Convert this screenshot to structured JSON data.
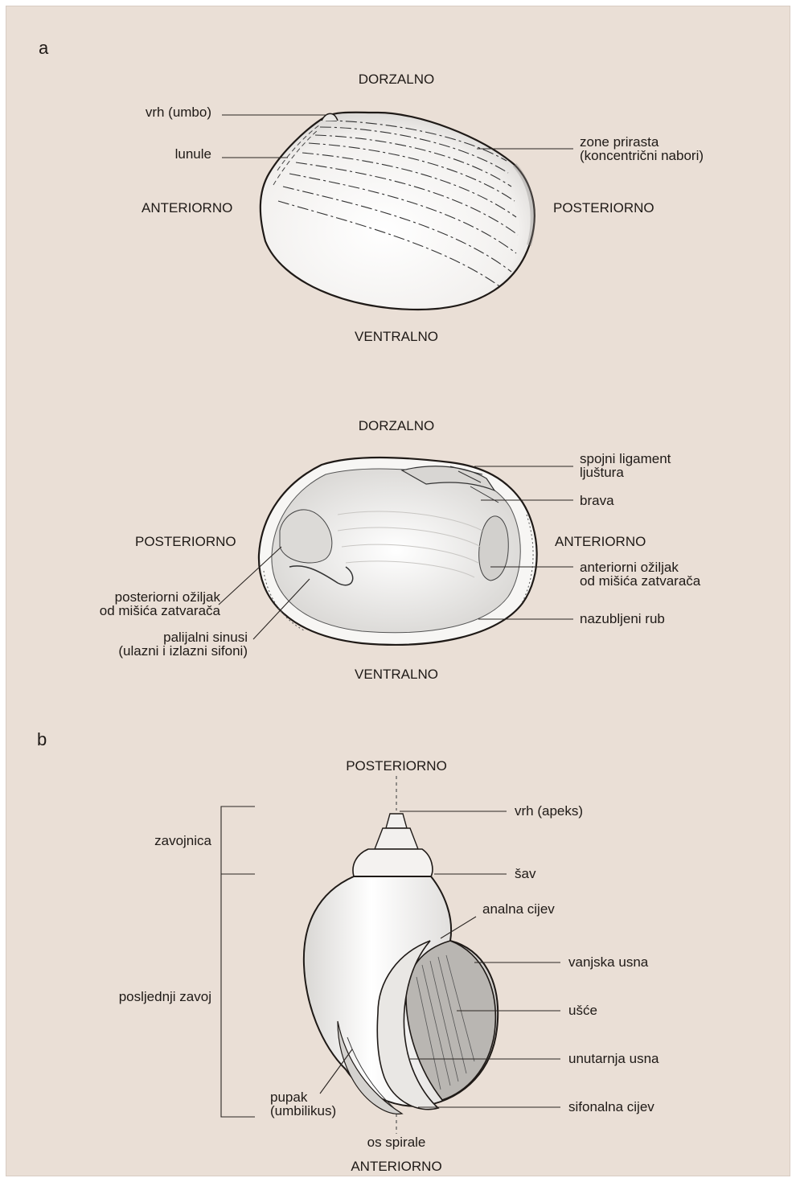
{
  "panel_a": {
    "letter": "a",
    "outer_view": {
      "dorsal": "DORZALNO",
      "ventral": "VENTRALNO",
      "anterior": "ANTERIORNO",
      "posterior": "POSTERIORNO",
      "umbo": "vrh (umbo)",
      "lunule": "lunule",
      "growth_zones_1": "zone prirasta",
      "growth_zones_2": "(koncentrični nabori)"
    },
    "inner_view": {
      "dorsal": "DORZALNO",
      "ventral": "VENTRALNO",
      "posterior": "POSTERIORNO",
      "anterior": "ANTERIORNO",
      "ligament_1": "spojni ligament",
      "ligament_2": "ljuštura",
      "hinge": "brava",
      "anterior_scar_1": "anteriorni ožiljak",
      "anterior_scar_2": "od mišića zatvarača",
      "posterior_scar_1": "posteriorni ožiljak",
      "posterior_scar_2": "od mišića zatvarača",
      "pallial_sinus_1": "palijalni sinusi",
      "pallial_sinus_2": "(ulazni i izlazni sifoni)",
      "crenulated_margin": "nazubljeni rub"
    }
  },
  "panel_b": {
    "letter": "b",
    "posterior": "POSTERIORNO",
    "anterior": "ANTERIORNO",
    "apex": "vrh (apeks)",
    "suture": "šav",
    "anal_canal": "analna cijev",
    "outer_lip": "vanjska usna",
    "aperture": "ušće",
    "inner_lip": "unutarnja usna",
    "siphonal_canal": "sifonalna cijev",
    "spire": "zavojnica",
    "body_whorl": "posljednji zavoj",
    "umbilicus_1": "pupak",
    "umbilicus_2": "(umbilikus)",
    "axis": "os spirale"
  }
}
